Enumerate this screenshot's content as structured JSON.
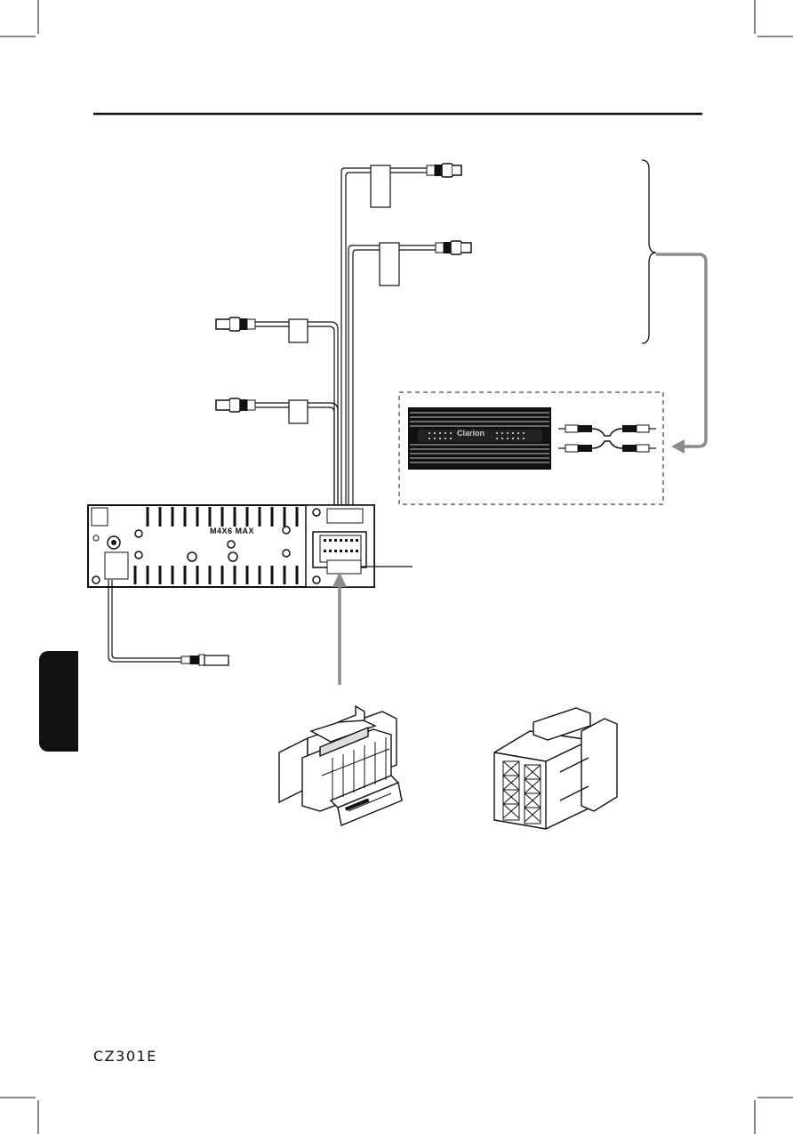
{
  "page": {
    "model_code": "CZ301E",
    "screw_label": "M4X6  MAX",
    "brand_label": "Clarion"
  },
  "colors": {
    "ink": "#111111",
    "arrow_gray": "#8c8c8c",
    "side_tab": "#111111"
  },
  "icons": {
    "rca_female_connector": "rca-female-connector-icon",
    "rca_plug": "rca-plug-icon",
    "amplifier": "amplifier-icon",
    "iso_connector": "iso-connector-icon",
    "antenna_plug": "antenna-plug-icon"
  }
}
